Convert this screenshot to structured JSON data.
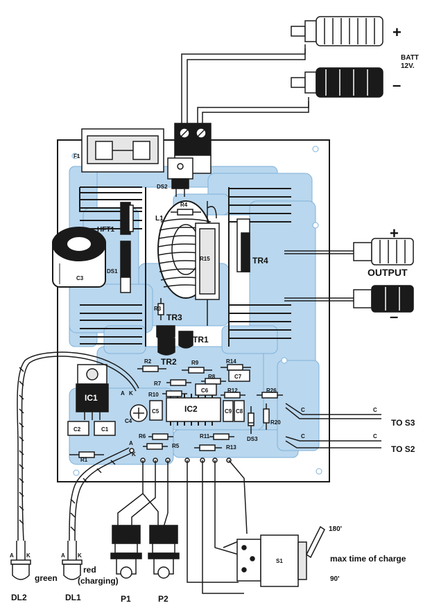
{
  "labels": {
    "plus_top": "+",
    "minus_top": "–",
    "batt": "BATT",
    "batt_volt": "12V.",
    "f1": "F1",
    "ds2": "DS2",
    "r4": "R4",
    "l1": "L1",
    "hft1": "HFT1",
    "ds1": "DS1",
    "c3": "C3",
    "r15": "R15",
    "tr4": "TR4",
    "plus_out": "+",
    "output": "OUTPUT",
    "minus_out": "–",
    "r3": "R3",
    "tr3": "TR3",
    "tr1": "TR1",
    "tr2": "TR2",
    "ic1": "IC1",
    "r2": "R2",
    "r9": "R9",
    "r14": "R14",
    "c7": "C7",
    "r8": "R8",
    "r7": "R7",
    "c6": "C6",
    "r10": "R10",
    "r12": "R12",
    "r26": "R26",
    "ic2": "IC2",
    "c4": "C4",
    "c5": "C5",
    "c9": "C9",
    "c8": "C8",
    "r20": "R20",
    "c2": "C2",
    "c1": "C1",
    "r6": "R6",
    "r11": "R11",
    "ds3": "DS3",
    "r1": "R1",
    "r5": "R5",
    "r13": "R13",
    "a_ic1": "A",
    "k_ic1": "K",
    "a_lower": "A",
    "k_lower": "K",
    "c_s3_left": "C",
    "c_s3_right": "C",
    "to_s3": "TO S3",
    "c_s2_left": "C",
    "c_s2_right": "C",
    "to_s2": "TO S2",
    "deg180": "180'",
    "deg90": "90'",
    "max_time": "max time of charge",
    "s1": "S1",
    "a_dl2": "A",
    "k_dl2": "K",
    "a_dl1": "A",
    "k_dl1": "K",
    "green": "green",
    "red": "red",
    "charging": "(charging)",
    "dl2": "DL2",
    "dl1": "DL1",
    "p1": "P1",
    "p2": "P2"
  },
  "colors": {
    "board": "#ffffff",
    "trace": "#b9d7ee",
    "trace_edge": "#7fb2da",
    "outline": "#1a1a1a"
  }
}
